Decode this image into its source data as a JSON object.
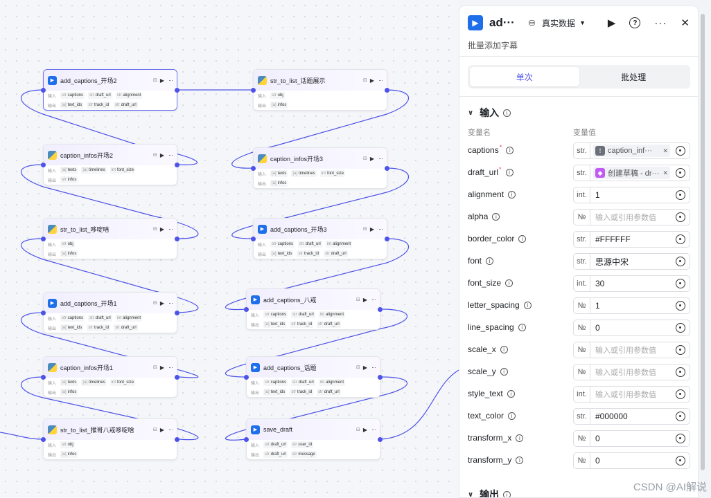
{
  "canvas": {
    "row_labels": {
      "input": "输入",
      "output": "输出"
    },
    "nodes": [
      {
        "id": "n1",
        "title": "add_captions_开场2",
        "icon": "blue",
        "selected": true,
        "inputs": [
          {
            "t": "str",
            "n": "captions"
          },
          {
            "t": "str",
            "n": "draft_url"
          },
          {
            "t": "str",
            "n": "alignment"
          }
        ],
        "outputs": [
          {
            "t": "arr",
            "n": "text_ids"
          },
          {
            "t": "str",
            "n": "track_id"
          },
          {
            "t": "str",
            "n": "draft_url"
          }
        ]
      },
      {
        "id": "n2",
        "title": "str_to_list_话题展示",
        "icon": "py",
        "inputs": [
          {
            "t": "str",
            "n": "obj"
          }
        ],
        "outputs": [
          {
            "t": "arr",
            "n": "infos"
          }
        ]
      },
      {
        "id": "n3",
        "title": "caption_infos开场2",
        "icon": "py",
        "inputs": [
          {
            "t": "arr",
            "n": "texts"
          },
          {
            "t": "arr",
            "n": "timelines"
          },
          {
            "t": "int",
            "n": "font_size"
          }
        ],
        "outputs": [
          {
            "t": "str",
            "n": "infos"
          }
        ]
      },
      {
        "id": "n4",
        "title": "caption_infos开场3",
        "icon": "py",
        "inputs": [
          {
            "t": "arr",
            "n": "texts"
          },
          {
            "t": "arr",
            "n": "timelines"
          },
          {
            "t": "int",
            "n": "font_size"
          }
        ],
        "outputs": [
          {
            "t": "arr",
            "n": "infos"
          }
        ]
      },
      {
        "id": "n5",
        "title": "str_to_list_哆啶啥",
        "icon": "py",
        "inputs": [
          {
            "t": "str",
            "n": "obj"
          }
        ],
        "outputs": [
          {
            "t": "arr",
            "n": "infos"
          }
        ]
      },
      {
        "id": "n6",
        "title": "add_captions_开场3",
        "icon": "blue",
        "inputs": [
          {
            "t": "str",
            "n": "captions"
          },
          {
            "t": "str",
            "n": "draft_url"
          },
          {
            "t": "int",
            "n": "alignment"
          }
        ],
        "outputs": [
          {
            "t": "arr",
            "n": "text_ids"
          },
          {
            "t": "str",
            "n": "track_id"
          },
          {
            "t": "str",
            "n": "draft_url"
          }
        ]
      },
      {
        "id": "n7",
        "title": "add_captions_开场1",
        "icon": "blue",
        "inputs": [
          {
            "t": "str",
            "n": "captions"
          },
          {
            "t": "str",
            "n": "draft_url"
          },
          {
            "t": "int",
            "n": "alignment"
          }
        ],
        "outputs": [
          {
            "t": "arr",
            "n": "text_ids"
          },
          {
            "t": "str",
            "n": "track_id"
          },
          {
            "t": "str",
            "n": "draft_url"
          }
        ]
      },
      {
        "id": "n8",
        "title": "add_captions_八戒",
        "icon": "blue",
        "inputs": [
          {
            "t": "str",
            "n": "captions"
          },
          {
            "t": "str",
            "n": "draft_url"
          },
          {
            "t": "int",
            "n": "alignment"
          }
        ],
        "outputs": [
          {
            "t": "arr",
            "n": "text_ids"
          },
          {
            "t": "str",
            "n": "track_id"
          },
          {
            "t": "str",
            "n": "draft_url"
          }
        ]
      },
      {
        "id": "n9",
        "title": "caption_infos开场1",
        "icon": "py",
        "inputs": [
          {
            "t": "arr",
            "n": "texts"
          },
          {
            "t": "arr",
            "n": "timelines"
          },
          {
            "t": "int",
            "n": "font_size"
          }
        ],
        "outputs": [
          {
            "t": "arr",
            "n": "infos"
          }
        ]
      },
      {
        "id": "n10",
        "title": "add_captions_话题",
        "icon": "blue",
        "inputs": [
          {
            "t": "str",
            "n": "captions"
          },
          {
            "t": "str",
            "n": "draft_url"
          },
          {
            "t": "int",
            "n": "alignment"
          }
        ],
        "outputs": [
          {
            "t": "arr",
            "n": "text_ids"
          },
          {
            "t": "str",
            "n": "track_id"
          },
          {
            "t": "str",
            "n": "draft_url"
          }
        ]
      },
      {
        "id": "n11",
        "title": "str_to_list_猴哥八戒哆啶啥",
        "icon": "py",
        "inputs": [
          {
            "t": "str",
            "n": "obj"
          }
        ],
        "outputs": [
          {
            "t": "arr",
            "n": "infos"
          }
        ]
      },
      {
        "id": "n12",
        "title": "save_draft",
        "icon": "blue",
        "inputs": [
          {
            "t": "str",
            "n": "draft_url"
          },
          {
            "t": "str",
            "n": "user_id"
          }
        ],
        "outputs": [
          {
            "t": "str",
            "n": "draft_url"
          },
          {
            "t": "str",
            "n": "message"
          }
        ]
      }
    ]
  },
  "panel": {
    "title": "ad···",
    "mode_label": "真实数据",
    "description": "批量添加字幕",
    "tabs": [
      {
        "label": "单次",
        "active": true
      },
      {
        "label": "批处理",
        "active": false
      }
    ],
    "input_section": "输入",
    "col_name": "变量名",
    "col_value": "变量值",
    "output_section": "输出",
    "params": [
      {
        "name": "captions",
        "required": true,
        "type": "str.",
        "kind": "ref",
        "ref_icon": "!",
        "ref_color": "#6b6f78",
        "value": "caption_inf···"
      },
      {
        "name": "draft_url",
        "required": true,
        "type": "str.",
        "kind": "ref",
        "ref_icon": "◆",
        "ref_color": "#c05cf5",
        "value": "创建草稿 - dr···"
      },
      {
        "name": "alignment",
        "type": "int.",
        "kind": "value",
        "value": "1"
      },
      {
        "name": "alpha",
        "type": "№",
        "kind": "placeholder",
        "value": "输入或引用参数值"
      },
      {
        "name": "border_color",
        "type": "str.",
        "kind": "value",
        "value": "#FFFFFF"
      },
      {
        "name": "font",
        "type": "str.",
        "kind": "value",
        "value": "思源中宋"
      },
      {
        "name": "font_size",
        "type": "int.",
        "kind": "value",
        "value": "30"
      },
      {
        "name": "letter_spacing",
        "type": "№",
        "kind": "value",
        "value": "1"
      },
      {
        "name": "line_spacing",
        "type": "№",
        "kind": "value",
        "value": "0"
      },
      {
        "name": "scale_x",
        "type": "№",
        "kind": "placeholder",
        "value": "输入或引用参数值"
      },
      {
        "name": "scale_y",
        "type": "№",
        "kind": "placeholder",
        "value": "输入或引用参数值"
      },
      {
        "name": "style_text",
        "type": "int.",
        "kind": "placeholder",
        "value": "输入或引用参数值"
      },
      {
        "name": "text_color",
        "type": "str.",
        "kind": "value",
        "value": "#000000"
      },
      {
        "name": "transform_x",
        "type": "№",
        "kind": "value",
        "value": "0"
      },
      {
        "name": "transform_y",
        "type": "№",
        "kind": "value",
        "value": "0"
      }
    ]
  },
  "watermark": "CSDN @AI解说"
}
